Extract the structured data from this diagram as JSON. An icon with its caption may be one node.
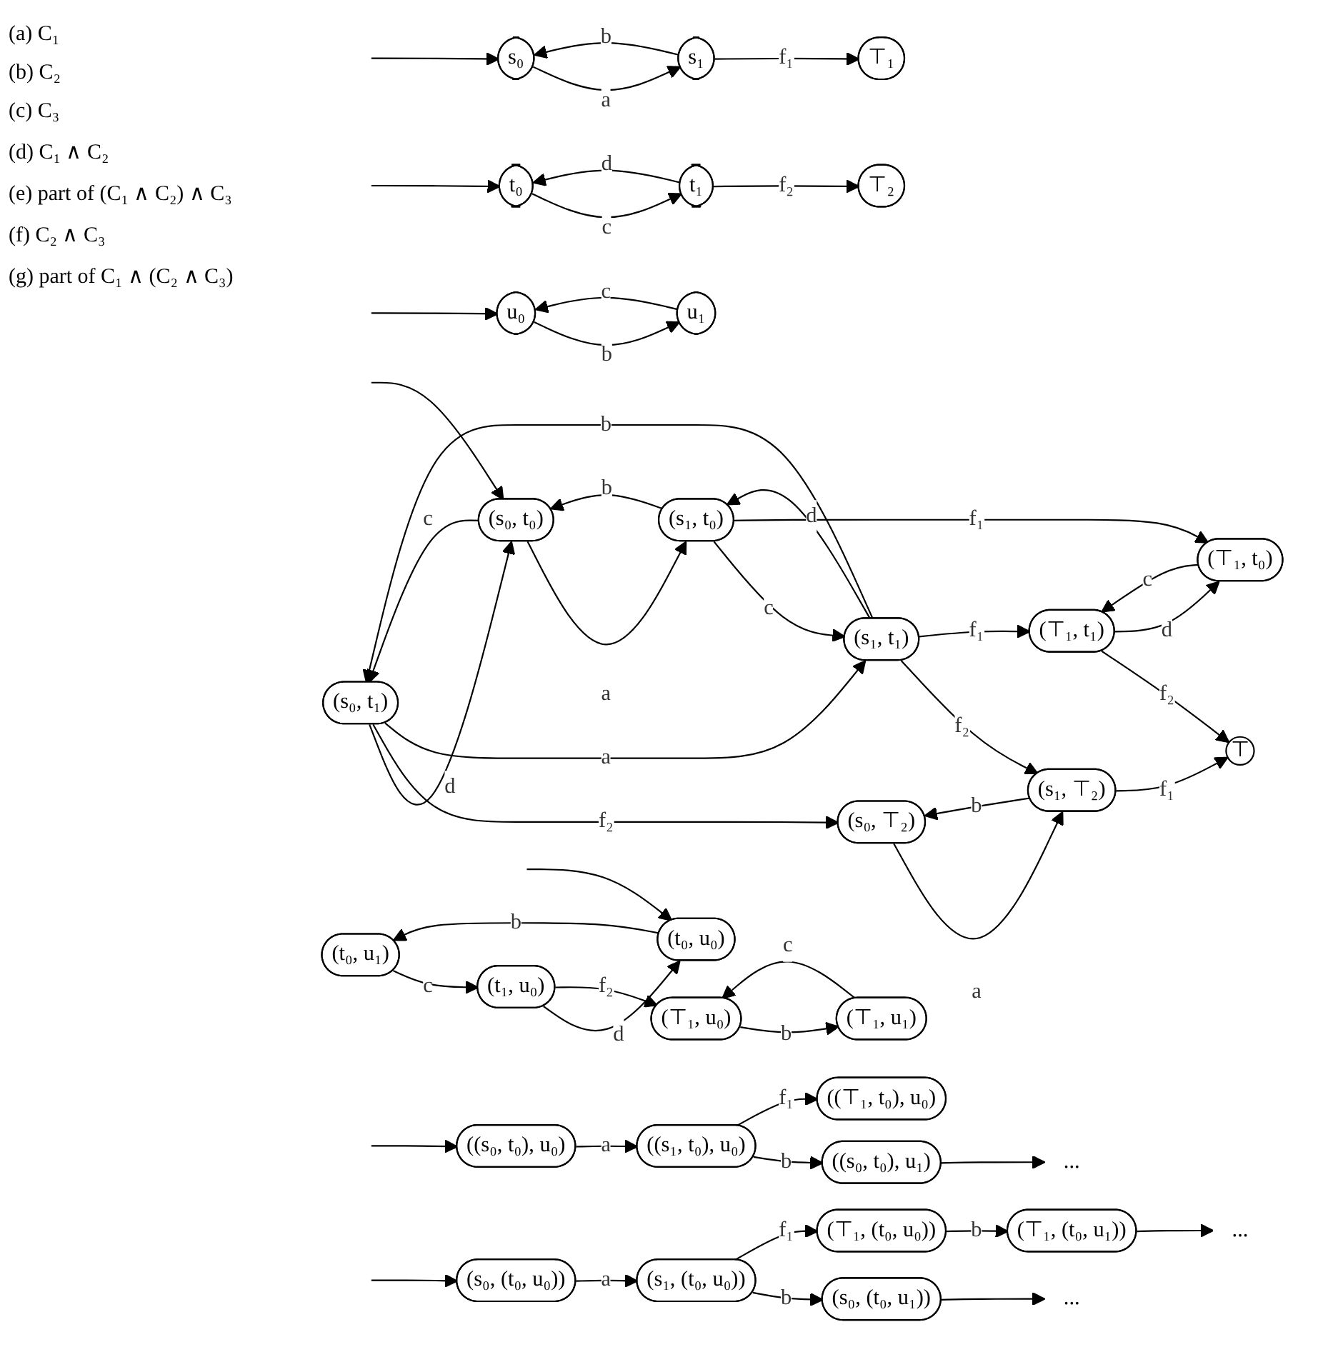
{
  "diagram": {
    "nodes": [
      {
        "text": [
          "s₀"
        ]
      },
      {
        "text": [
          "s₁"
        ]
      },
      {
        "text": [
          "⊤₁"
        ]
      },
      {
        "text": [
          "t₀"
        ]
      },
      {
        "text": [
          "t₁"
        ]
      },
      {
        "text": [
          "⊤₂"
        ]
      },
      {
        "text": [
          "u₀"
        ]
      },
      {
        "text": [
          "u₁"
        ]
      },
      {
        "text": [
          "(s₀, ⊤₂)"
        ]
      },
      {
        "text": [
          "(s₀, t₁)"
        ]
      },
      {
        "text": [
          "(s₁, ⊤₂)"
        ]
      },
      {
        "text": [
          "(s₀, t₀)"
        ]
      },
      {
        "text": [
          "(s₁, t₁)"
        ]
      },
      {
        "text": [
          "⊤"
        ]
      },
      {
        "text": [
          "(⊤₁, t₁)"
        ]
      },
      {
        "text": [
          "(s₁, t₀)"
        ]
      },
      {
        "text": [
          "(⊤₁, t₀)"
        ]
      },
      {
        "text": [
          "((s₀, t₀), u₀)"
        ]
      },
      {
        "text": [
          "((s₁, t₀), u₀)"
        ]
      },
      {
        "text": [
          "((s₀, t₀), u₁)"
        ]
      },
      {
        "text": [
          "((⊤₁, t₀), u₀)"
        ]
      },
      {
        "text": [
          "..."
        ]
      },
      {
        "text": [
          "(t₀, u₁)"
        ]
      },
      {
        "text": [
          "(t₀, u₀)"
        ]
      },
      {
        "text": [
          "(t₁, u₀)"
        ]
      },
      {
        "text": [
          "(⊤₁, u₀)"
        ]
      },
      {
        "text": [
          "(⊤₁, u₁)"
        ]
      },
      {
        "text": [
          "(s₀, (t₀, u₀))"
        ]
      },
      {
        "text": [
          "(s₁, (t₀, u₀))"
        ]
      },
      {
        "text": [
          "(s₀, (t₀, u₁))"
        ]
      },
      {
        "text": [
          "..."
        ]
      },
      {
        "text": [
          "(⊤₁, (t₀, u₀))"
        ]
      },
      {
        "text": [
          "(⊤₁, (t₀, u₁))"
        ]
      },
      {
        "text": [
          "..."
        ]
      }
    ],
    "edges": [
      {
        "from": null,
        "to": 0,
        "arrow": "to"
      },
      {
        "from": 0,
        "to": 1,
        "arrow": "to",
        "label": "a"
      },
      {
        "from": 1,
        "to": 0,
        "arrow": "to",
        "label": "b"
      },
      {
        "from": 1,
        "to": 2,
        "arrow": "to",
        "label": "f₁"
      },
      {
        "from": null,
        "to": 3,
        "arrow": "to"
      },
      {
        "from": 3,
        "to": 4,
        "arrow": "to",
        "label": "c"
      },
      {
        "from": 4,
        "to": 3,
        "arrow": "to",
        "label": "d"
      },
      {
        "from": 4,
        "to": 5,
        "arrow": "to",
        "label": "f₂"
      },
      {
        "from": null,
        "to": 6,
        "arrow": "to"
      },
      {
        "from": 6,
        "to": 7,
        "arrow": "to",
        "label": "b"
      },
      {
        "from": 7,
        "to": 6,
        "arrow": "to",
        "label": "c"
      },
      {
        "from": null,
        "to": 11,
        "arrow": "to"
      },
      {
        "from": 11,
        "to": 9,
        "arrow": "to",
        "label": "c"
      },
      {
        "from": 9,
        "to": 11,
        "arrow": "to",
        "label": "d"
      },
      {
        "from": 11,
        "to": 15,
        "arrow": "to",
        "label": "a"
      },
      {
        "from": 15,
        "to": 11,
        "arrow": "to",
        "label": "b"
      },
      {
        "from": 9,
        "to": 8,
        "arrow": "to",
        "label": "f₂"
      },
      {
        "from": 9,
        "to": 12,
        "arrow": "to",
        "label": "a"
      },
      {
        "from": 12,
        "to": 9,
        "arrow": "to",
        "label": "b"
      },
      {
        "from": 8,
        "to": 10,
        "arrow": "to",
        "label": "a"
      },
      {
        "from": 10,
        "to": 8,
        "arrow": "to",
        "label": "b"
      },
      {
        "from": 12,
        "to": 10,
        "arrow": "to",
        "label": "f₂"
      },
      {
        "from": 10,
        "to": 13,
        "arrow": "to",
        "label": "f₁"
      },
      {
        "from": 12,
        "to": 14,
        "arrow": "to",
        "label": "f₁"
      },
      {
        "from": 14,
        "to": 13,
        "arrow": "to",
        "label": "f₂"
      },
      {
        "from": 15,
        "to": 12,
        "arrow": "to",
        "label": "c"
      },
      {
        "from": 12,
        "to": 15,
        "arrow": "to",
        "label": "d"
      },
      {
        "from": 15,
        "to": 16,
        "arrow": "to",
        "label": "f₁"
      },
      {
        "from": 16,
        "to": 14,
        "arrow": "to",
        "label": "c"
      },
      {
        "from": 14,
        "to": 16,
        "arrow": "to",
        "label": "d"
      },
      {
        "from": null,
        "to": 17,
        "arrow": "to"
      },
      {
        "from": 17,
        "to": 18,
        "arrow": "to",
        "label": "a"
      },
      {
        "from": 18,
        "to": 19,
        "arrow": "to",
        "label": "b"
      },
      {
        "from": 18,
        "to": 20,
        "arrow": "to",
        "label": "f₁"
      },
      {
        "from": 19,
        "to": 21,
        "arrow": "to"
      },
      {
        "from": null,
        "to": 23,
        "arrow": "to"
      },
      {
        "from": 23,
        "to": 22,
        "arrow": "to",
        "label": "b"
      },
      {
        "from": 22,
        "to": 24,
        "arrow": "to",
        "label": "c"
      },
      {
        "from": 24,
        "to": 23,
        "arrow": "to",
        "label": "d"
      },
      {
        "from": 24,
        "to": 25,
        "arrow": "to",
        "label": "f₂"
      },
      {
        "from": 25,
        "to": 26,
        "arrow": "to",
        "label": "b"
      },
      {
        "from": 26,
        "to": 25,
        "arrow": "to",
        "label": "c"
      },
      {
        "from": null,
        "to": 27,
        "arrow": "to"
      },
      {
        "from": 27,
        "to": 28,
        "arrow": "to",
        "label": "a"
      },
      {
        "from": 28,
        "to": 29,
        "arrow": "to",
        "label": "b"
      },
      {
        "from": 29,
        "to": 30,
        "arrow": "to"
      },
      {
        "from": 28,
        "to": 31,
        "arrow": "to",
        "label": "f₁"
      },
      {
        "from": 31,
        "to": 32,
        "arrow": "to",
        "label": "b"
      },
      {
        "from": 32,
        "to": 33,
        "arrow": "to"
      }
    ],
    "labels": [
      "(a) C₁",
      "(b) C₂",
      "(c) C₃",
      "(d) C₁ ∧ C₂",
      "(e) part of (C₁ ∧ C₂) ∧ C₃",
      "(f) C₂ ∧ C₃",
      "(g) part of C₁ ∧ (C₂ ∧ C₃)"
    ]
  }
}
